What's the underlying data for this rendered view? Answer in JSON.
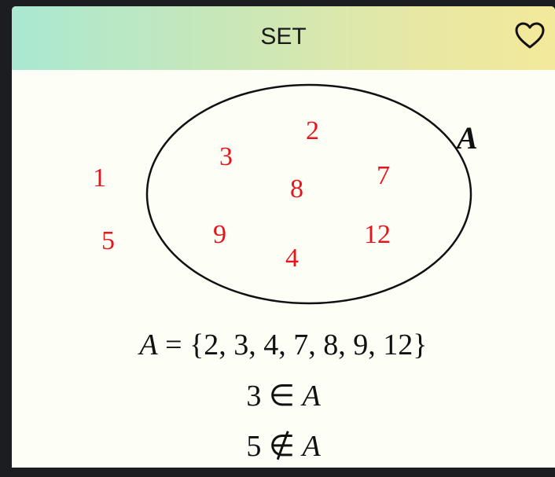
{
  "header": {
    "title": "SET",
    "favorite_icon": "heart-outline-icon"
  },
  "diagram": {
    "set_label": "A",
    "outside": [
      "1",
      "5"
    ],
    "inside": [
      "2",
      "3",
      "8",
      "7",
      "9",
      "4",
      "12"
    ]
  },
  "statements": {
    "set_def_lhs": "A",
    "set_def_rhs": "= {2, 3, 4, 7, 8, 9, 12}",
    "member_left": "3 ∈ ",
    "member_right": "A",
    "nonmember_left": "5 ∉ ",
    "nonmember_right": "A"
  },
  "colors": {
    "numbers": "#e8141c",
    "card_background": "#fdfef6",
    "page_background": "#1c1d21"
  }
}
